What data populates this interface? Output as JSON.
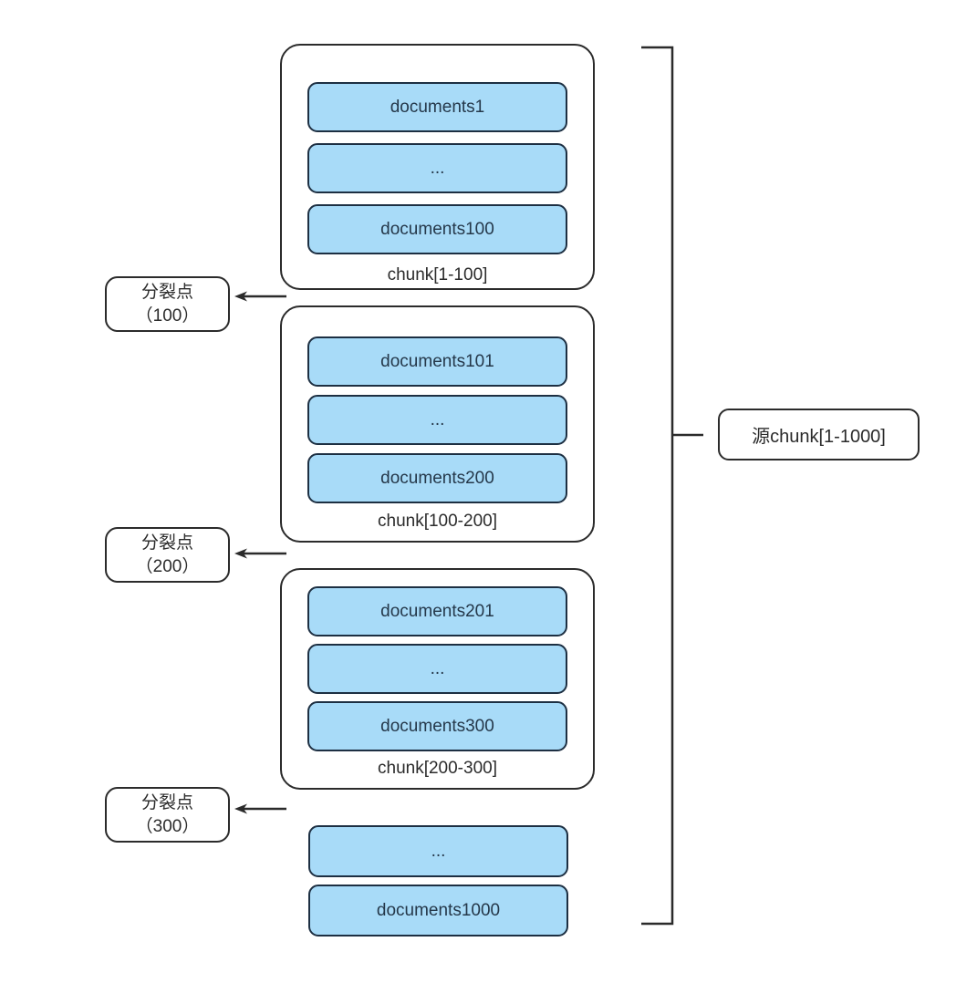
{
  "colors": {
    "doc_fill": "#a8dbf8",
    "doc_border": "#1d2f42",
    "doc_text": "#25384a",
    "line": "#2b2b2b",
    "text": "#2b2b2b",
    "bg": "#ffffff"
  },
  "chunks": [
    {
      "label": "chunk[1-100]",
      "docs": [
        "documents1",
        "...",
        "documents100"
      ]
    },
    {
      "label": "chunk[100-200]",
      "docs": [
        "documents101",
        "...",
        "documents200"
      ]
    },
    {
      "label": "chunk[200-300]",
      "docs": [
        "documents201",
        "...",
        "documents300"
      ]
    }
  ],
  "bottom_docs": [
    "...",
    "documents1000"
  ],
  "split_points": [
    {
      "title": "分裂点",
      "value": "（100）"
    },
    {
      "title": "分裂点",
      "value": "（200）"
    },
    {
      "title": "分裂点",
      "value": "（300）"
    }
  ],
  "source_label": "源chunk[1-1000]"
}
